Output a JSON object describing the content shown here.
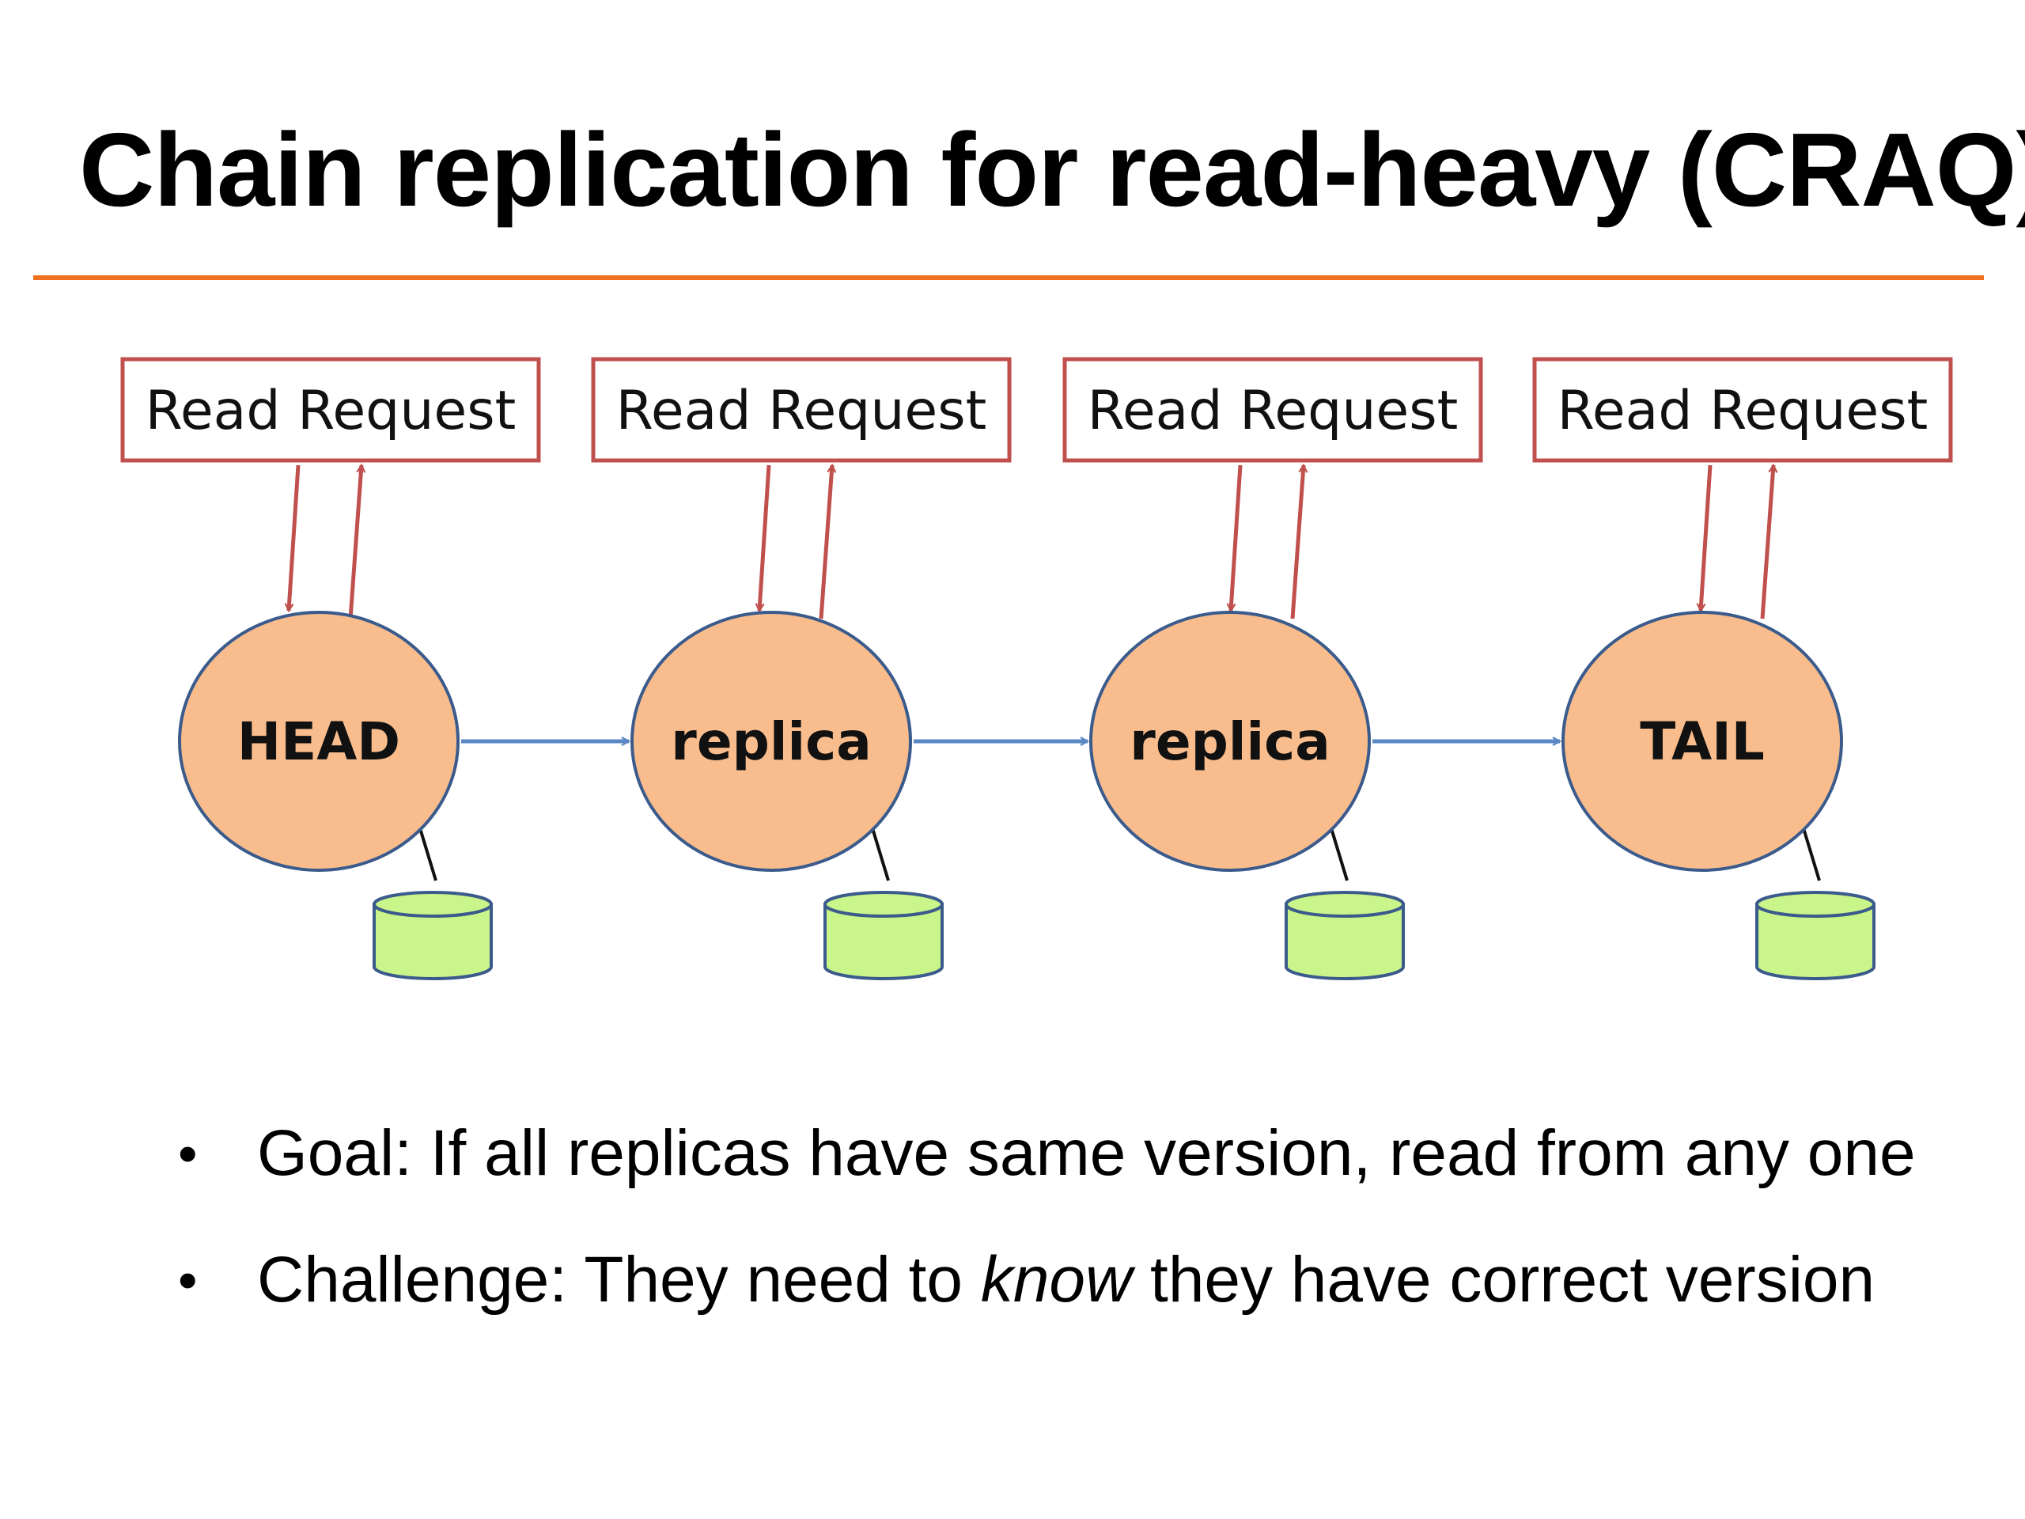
{
  "title": "Chain replication for read-heavy (CRAQ)",
  "colors": {
    "title_rule": "#f0711e",
    "request_box_border": "#c0504d",
    "request_arrow": "#c0504d",
    "chain_arrow": "#5b87c5",
    "node_fill": "#f9bd8d",
    "node_border": "#3b5b8c",
    "storage_fill": "#c9f58b",
    "storage_border": "#3b5b8c"
  },
  "diagram": {
    "request_label": "Read Request",
    "nodes": [
      {
        "label": "HEAD",
        "role": "head"
      },
      {
        "label": "replica",
        "role": "replica"
      },
      {
        "label": "replica",
        "role": "replica"
      },
      {
        "label": "TAIL",
        "role": "tail"
      }
    ]
  },
  "bullets": [
    {
      "bullet": "•",
      "segments": [
        {
          "text": "Goal:  If all replicas have same version, read from any one",
          "italic": false
        }
      ]
    },
    {
      "bullet": "•",
      "segments": [
        {
          "text": "Challenge:  They need to ",
          "italic": false
        },
        {
          "text": "know",
          "italic": true
        },
        {
          "text": " they have correct version",
          "italic": false
        }
      ]
    }
  ]
}
